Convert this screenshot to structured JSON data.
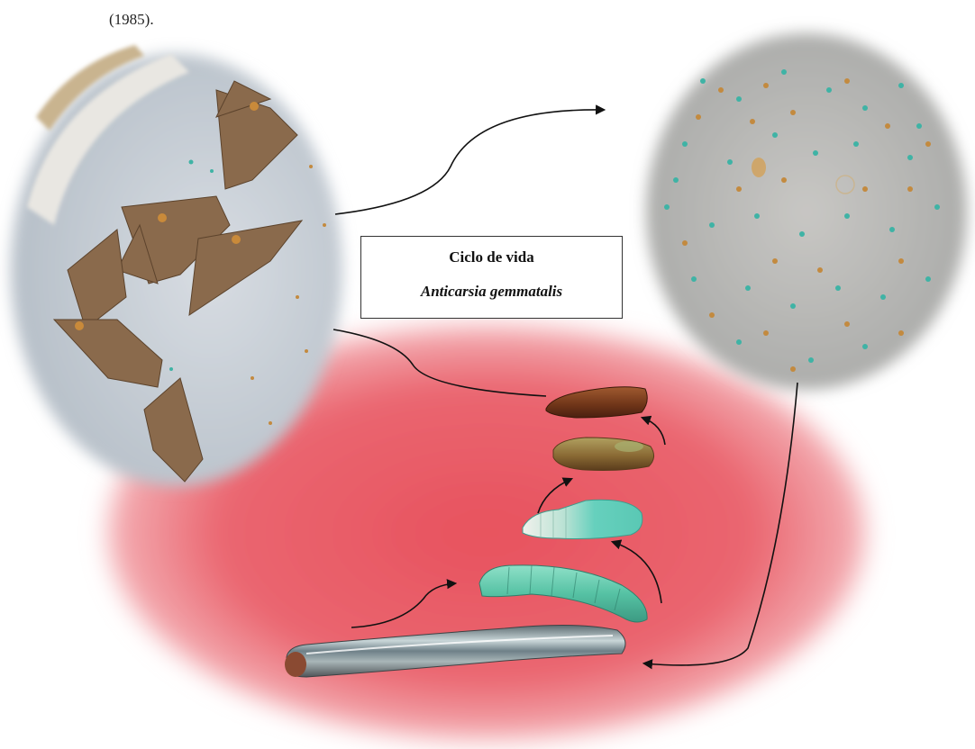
{
  "caption": {
    "year_text": "(1985)."
  },
  "title_box": {
    "line1": "Ciclo de vida",
    "line2": "Anticarsia gemmatalis"
  },
  "colors": {
    "red_background": "#e8535f",
    "moth_photo_bg": "#c9cfd6",
    "egg_photo_bg": "#bcbcba",
    "moth_wing": "#8a6a4c",
    "pupa_dark": "#7a3e22",
    "pupa_green": "#7ebda5",
    "larva_green": "#5fc6a8",
    "larva_grey": "#7b8a90",
    "egg_green": "#3fb3a5",
    "egg_orange": "#c38a3f"
  },
  "stages": [
    "adult-moths-icon",
    "eggs-icon",
    "large-larva-icon",
    "medium-larva-icon",
    "prepupa-icon",
    "young-pupa-icon",
    "mature-pupa-icon"
  ]
}
